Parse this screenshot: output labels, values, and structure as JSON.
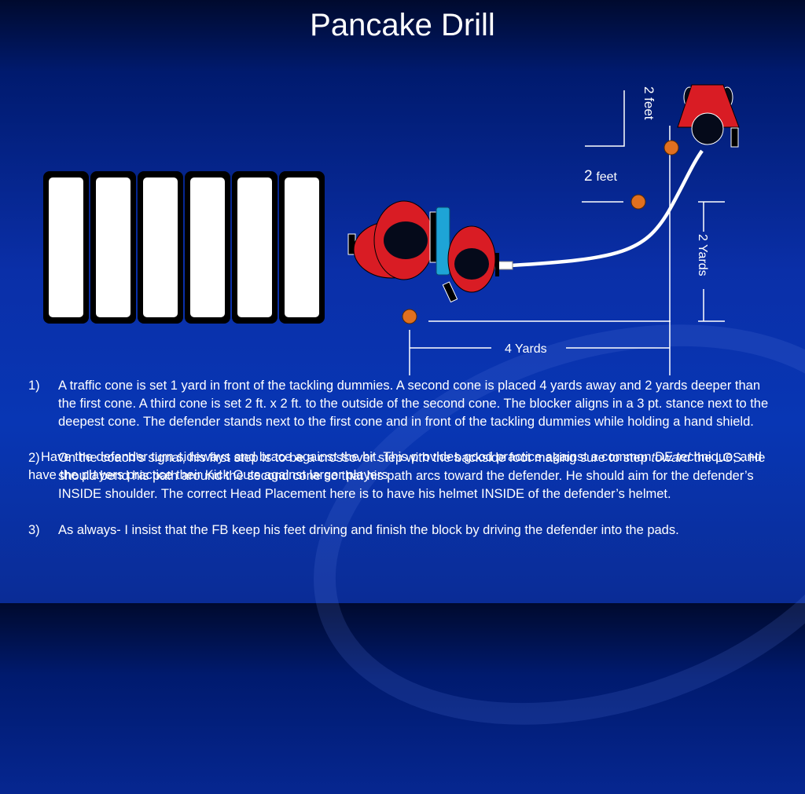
{
  "title": "Pancake Drill",
  "labels": {
    "top_feet": "2 feet",
    "mid_feet_num": "2",
    "mid_feet_unit": "feet",
    "yards_right": "2 Yards",
    "yards_bottom": "4 Yards"
  },
  "colors": {
    "background": "#0a2fa8",
    "player": "#d91c24",
    "cone": "#e07020",
    "shield": "#1ea4d6",
    "helmet": "#050a1a"
  },
  "steps": [
    {
      "num": "1)",
      "text": "A traffic cone is set 1 yard in front of the tackling dummies.  A second cone is placed 4 yards away and 2 yards deeper than the first cone. A third cone is set 2 ft. x 2 ft. to the outside of the second cone.  The blocker aligns in a 3 pt. stance next to the deepest cone.  The defender stands next to the first cone and in front of the tackling dummies while holding a hand shield."
    },
    {
      "num": "2)",
      "text_pre": "On the coach’s signal, his first step is to be a crossover step with the backside foot making sure to step ",
      "text_em": "toward",
      "text_post": " the LOS. He should bend his path around the second cone so that his path arcs toward the defender.  He should aim for the defender’s INSIDE shoulder. The correct  Head Placement here is to have his helmet INSIDE of the defender’s helmet."
    },
    {
      "num": "3)",
      "text": "As always- I insist that the FB keep his feet driving and finish the block by driving the defender into the pads."
    }
  ],
  "overlay_text": "Have the defender turn sideways and brace against the hit. This provides good practice against a common DE technique, and have the players practice their Kick Outs against larger players"
}
